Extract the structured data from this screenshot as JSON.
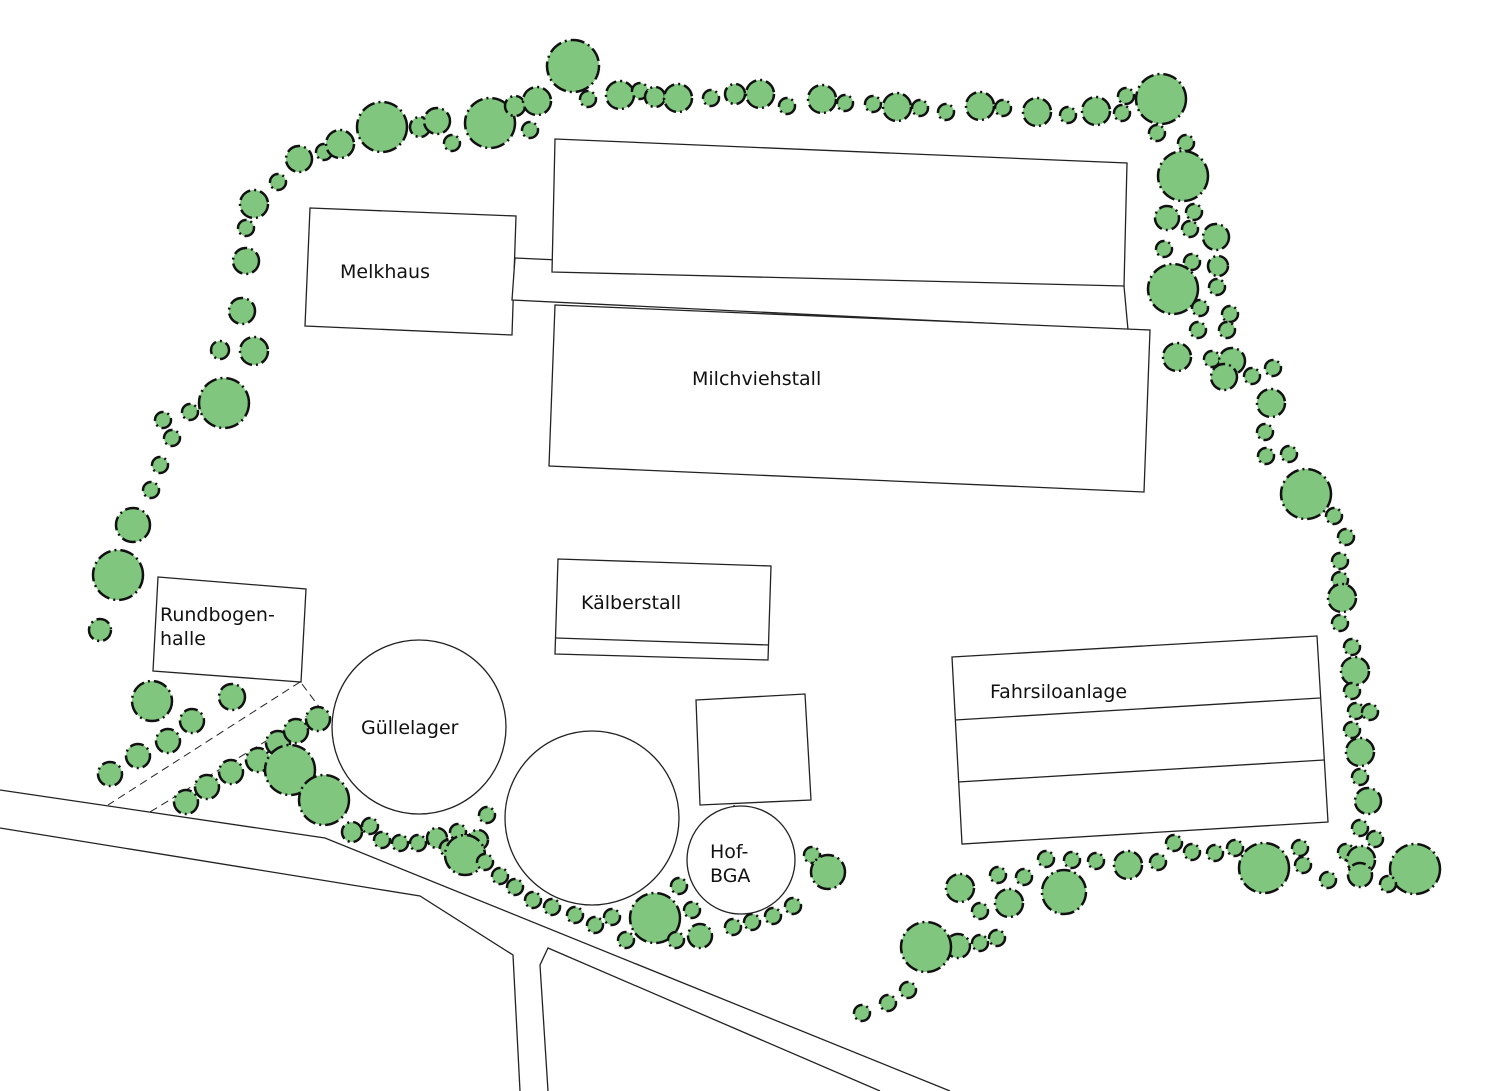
{
  "plan": {
    "buildings": {
      "melkhaus": "Melkhaus",
      "milchviehstall": "Milchviehstall",
      "kaelberstall": "Kälberstall",
      "rundbogenhalle_1": "Rundbogen-",
      "rundbogenhalle_2": "halle",
      "guellelager": "Güllelager",
      "hofbga_1": "Hof-",
      "hofbga_2": "BGA",
      "fahrsiloanlage": "Fahrsiloanlage"
    },
    "colors": {
      "tree_fill": "#80c67e",
      "outline": "#222222"
    }
  }
}
